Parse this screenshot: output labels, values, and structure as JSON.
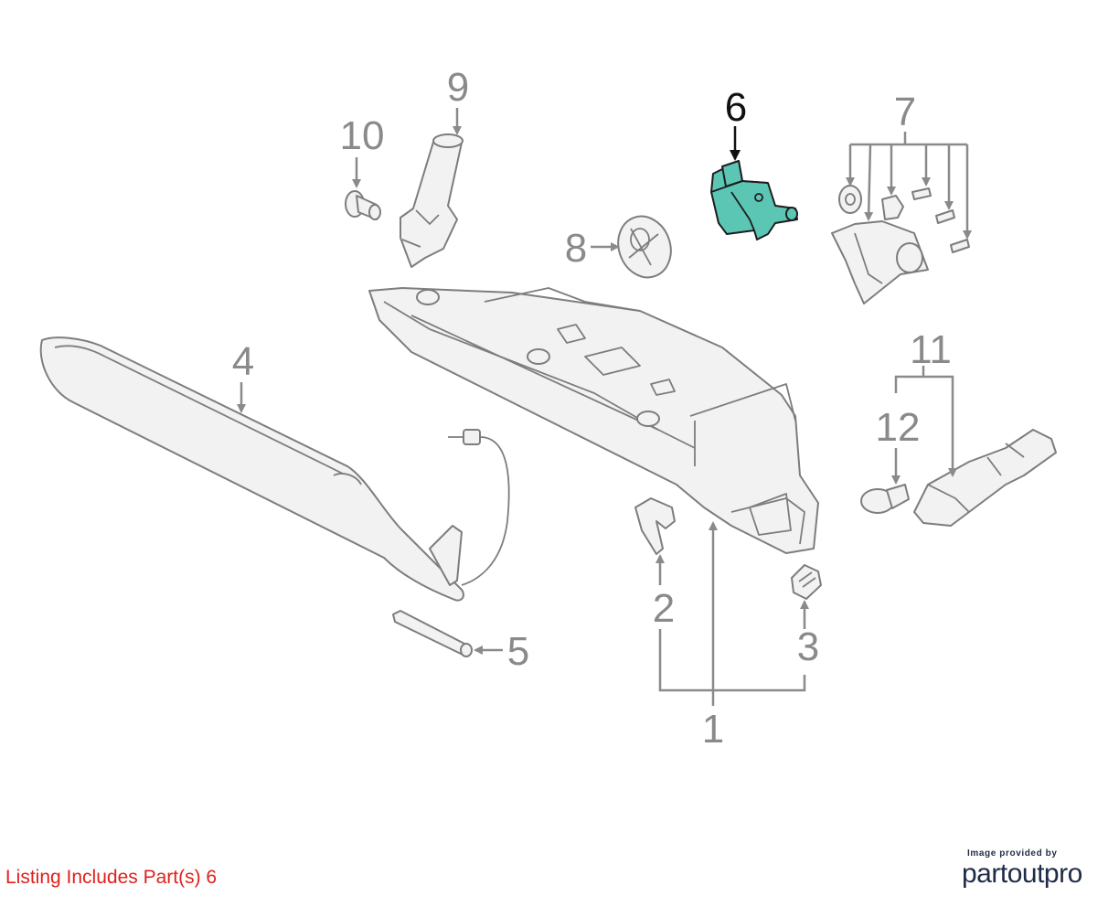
{
  "callouts": {
    "c1": "1",
    "c2": "2",
    "c3": "3",
    "c4": "4",
    "c5": "5",
    "c6": "6",
    "c7": "7",
    "c8": "8",
    "c9": "9",
    "c10": "10",
    "c11": "11",
    "c12": "12"
  },
  "highlight": {
    "part": "6",
    "color": "#5cc6b5"
  },
  "listing_note": "Listing Includes Part(s) 6",
  "provider": {
    "caption": "Image provided by",
    "logo": "partoutpro"
  }
}
